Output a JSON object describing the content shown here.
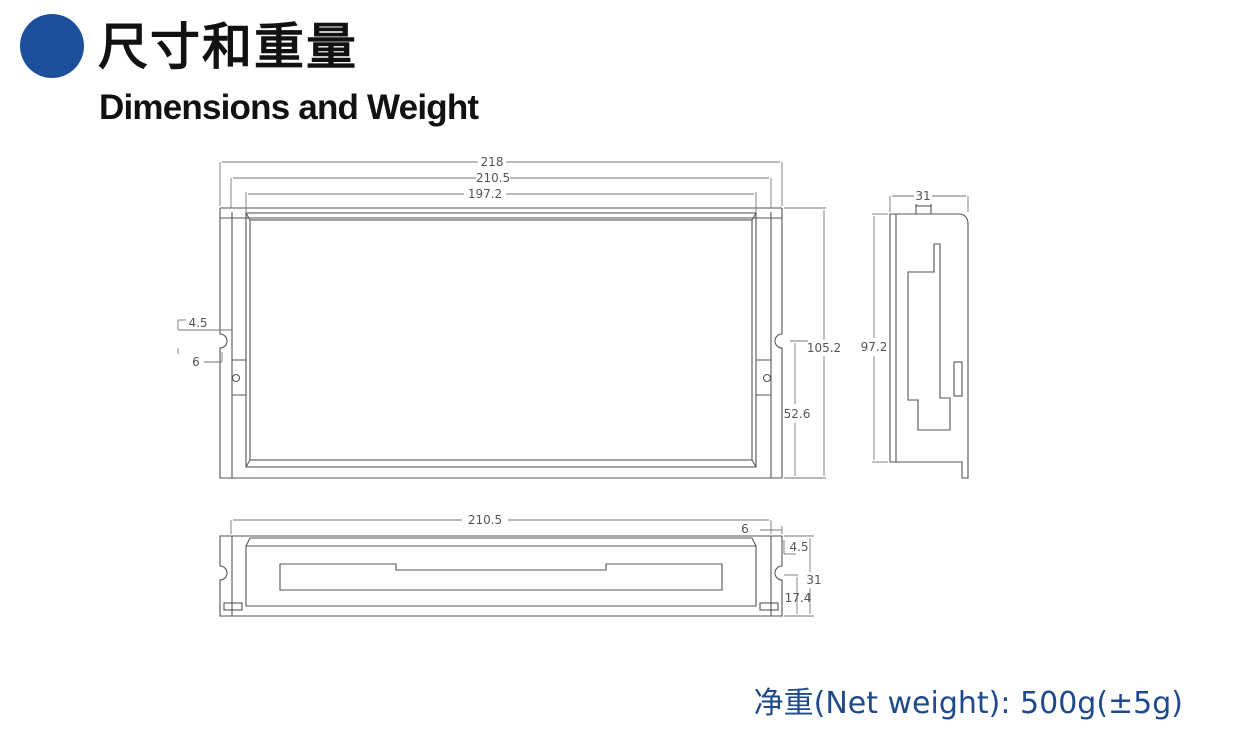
{
  "header": {
    "title_cn": "尺寸和重量",
    "title_en": "Dimensions and Weight"
  },
  "colors": {
    "bullet": "#1b4f9c",
    "weight_text": "#1e4a8c"
  },
  "drawing": {
    "front_view": {
      "overall_width": "218",
      "hole_spacing": "210.5",
      "body_width": "197.2",
      "overall_height": "105.2",
      "hole_height": "52.6",
      "slot_offset": "4.5",
      "slot_width": "6"
    },
    "side_view": {
      "depth": "31",
      "height": "97.2"
    },
    "bottom_view": {
      "hole_spacing": "210.5",
      "slot_width": "6",
      "slot_offset": "4.5",
      "height": "31",
      "hole_height": "17.4"
    }
  },
  "footer": {
    "net_weight": "净重(Net weight):  500g(±5g)"
  }
}
